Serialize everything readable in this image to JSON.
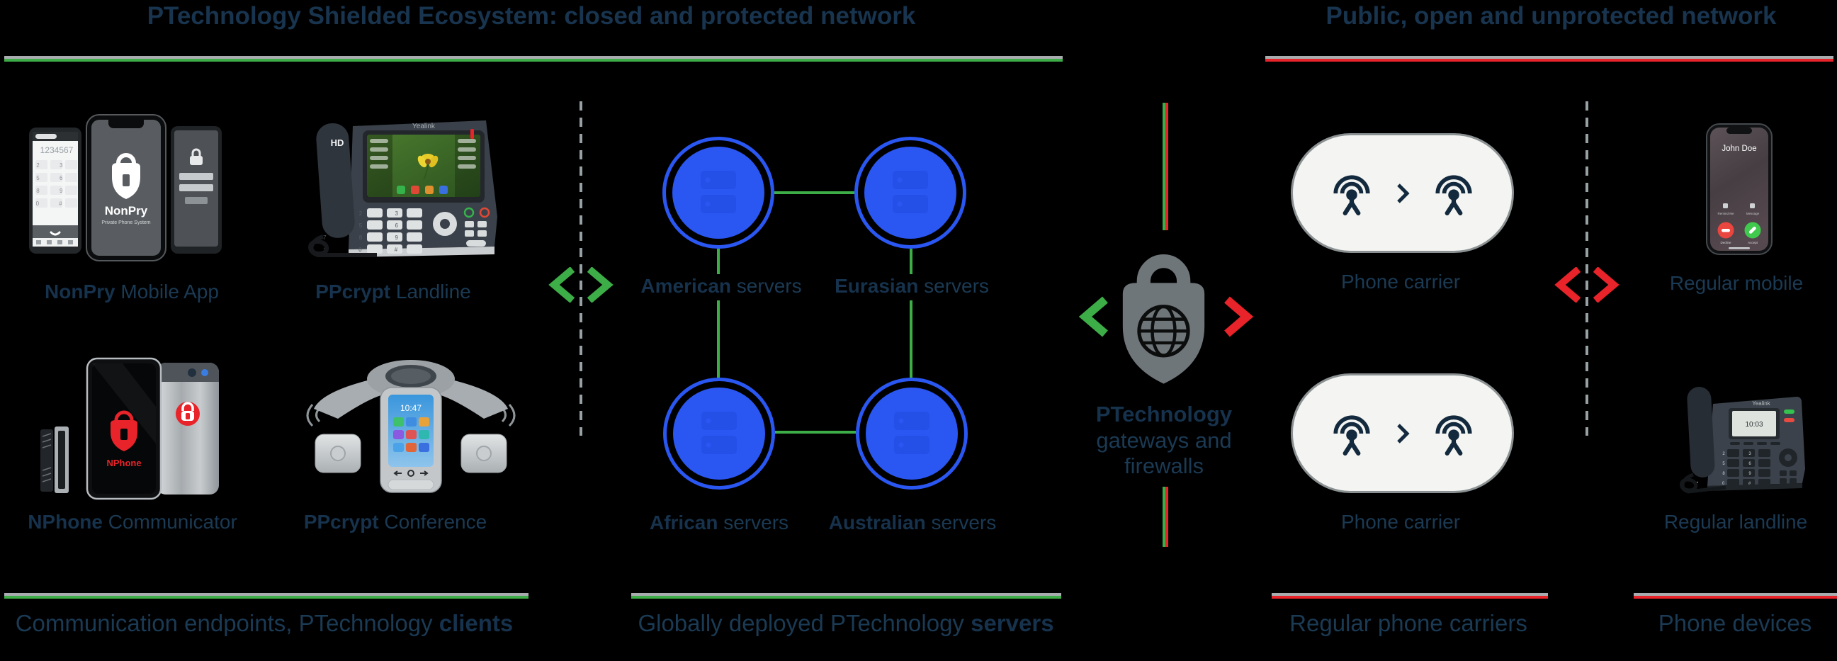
{
  "headers": {
    "left": {
      "text": "PTechnology Shielded Ecosystem: closed and protected network"
    },
    "right": {
      "text": "Public, open and unprotected network"
    }
  },
  "colors": {
    "green_accent": "#3dad47",
    "red_accent": "#e8232a",
    "navy_text": "#18344e",
    "server_blue": "#2a56f2",
    "lock_gray": "#6f767a",
    "line_gray": "#a8acae"
  },
  "dial_keys": [
    "1 2 3",
    "4 5 6",
    "7 8 9",
    "* 0 #"
  ],
  "clients": {
    "nonpry": {
      "bold": "NonPry",
      "rest": " Mobile App",
      "screen_brand": "NonPry",
      "screen_tagline": "Private Phone System",
      "dial_number": "1234567"
    },
    "landline": {
      "bold": "PPcrypt",
      "rest": " Landline",
      "phone_brand": "Yealink",
      "hd_badge": "HD"
    },
    "nphone": {
      "bold": "NPhone",
      "rest": " Communicator",
      "screen_brand": "NPhone"
    },
    "conference": {
      "bold": "PPcrypt",
      "rest": " Conference",
      "screen_time": "10:47"
    }
  },
  "servers": {
    "american": {
      "bold": "American",
      "rest": " servers"
    },
    "eurasian": {
      "bold": "Eurasian",
      "rest": " servers"
    },
    "african": {
      "bold": "African",
      "rest": " servers"
    },
    "australian": {
      "bold": "Australian",
      "rest": " servers"
    }
  },
  "gateway": {
    "bold": "PTechnology",
    "line2": "gateways and",
    "line3": "firewalls"
  },
  "carriers": {
    "top_label": "Phone carrier",
    "bottom_label": "Phone carrier"
  },
  "public_devices": {
    "mobile": {
      "label": "Regular mobile",
      "caller": "John Doe",
      "remind": "Remind Me",
      "message": "Message",
      "decline": "Decline",
      "accept": "Accept"
    },
    "landline": {
      "label": "Regular landline",
      "phone_brand": "Yealink",
      "screen_time": "10:03"
    }
  },
  "footers": {
    "clients": {
      "pre": "Communication endpoints, PTechnology ",
      "bold": "clients"
    },
    "servers": {
      "pre": "Globally deployed PTechnology ",
      "bold": "servers"
    },
    "carriers": {
      "pre": "Regular phone carriers",
      "bold": ""
    },
    "devices": {
      "pre": "Phone devices",
      "bold": ""
    }
  }
}
